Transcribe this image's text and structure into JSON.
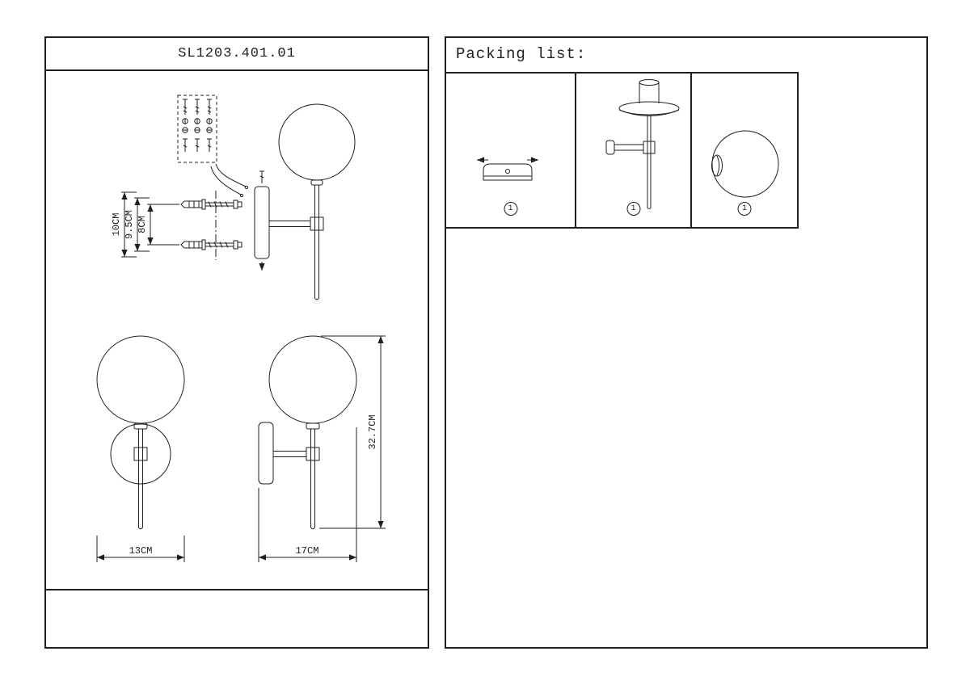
{
  "left_panel": {
    "model_number": "SL1203.401.01",
    "dimensions": {
      "install_height": "10CM",
      "install_mid": "9.5CM",
      "install_inner": "8CM",
      "front_width": "13CM",
      "side_depth": "17CM",
      "total_height": "32.7CM"
    }
  },
  "right_panel": {
    "title": "Packing list:",
    "items": [
      {
        "name": "mounting-canopy",
        "qty": "1"
      },
      {
        "name": "arm-stem-assembly",
        "qty": "1"
      },
      {
        "name": "glass-globe",
        "qty": "1"
      }
    ]
  }
}
